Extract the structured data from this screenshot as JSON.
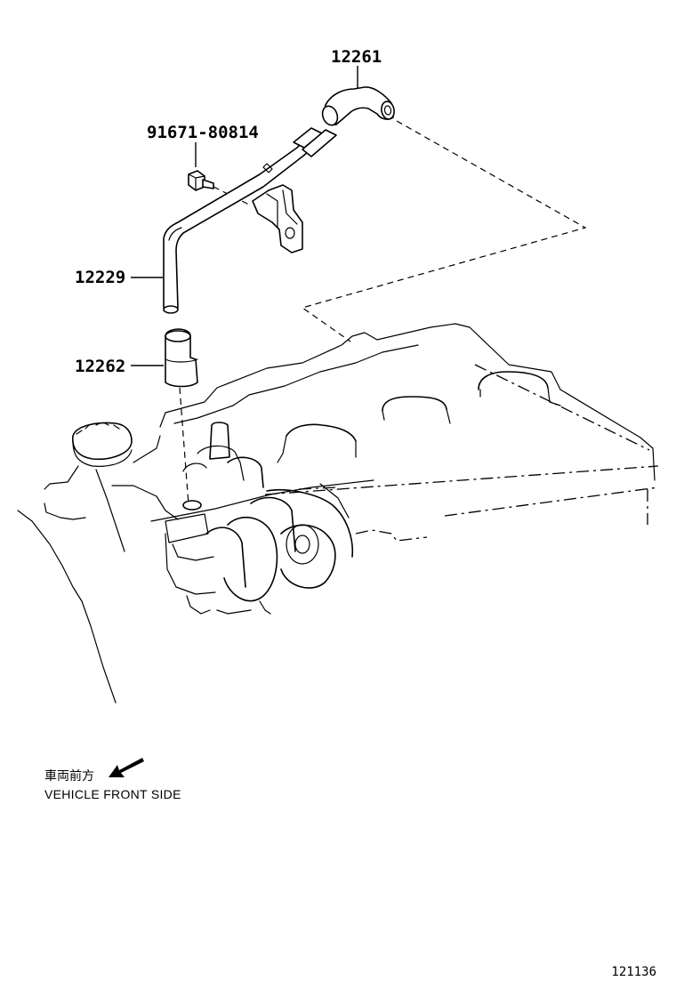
{
  "parts": [
    {
      "part_number": "12261"
    },
    {
      "part_number": "91671-80814"
    },
    {
      "part_number": "12229"
    },
    {
      "part_number": "12262"
    }
  ],
  "caption": {
    "japanese": "車両前方",
    "english": "VEHICLE FRONT SIDE",
    "icon": "front-direction-arrow-icon"
  },
  "figure_number": "121136"
}
